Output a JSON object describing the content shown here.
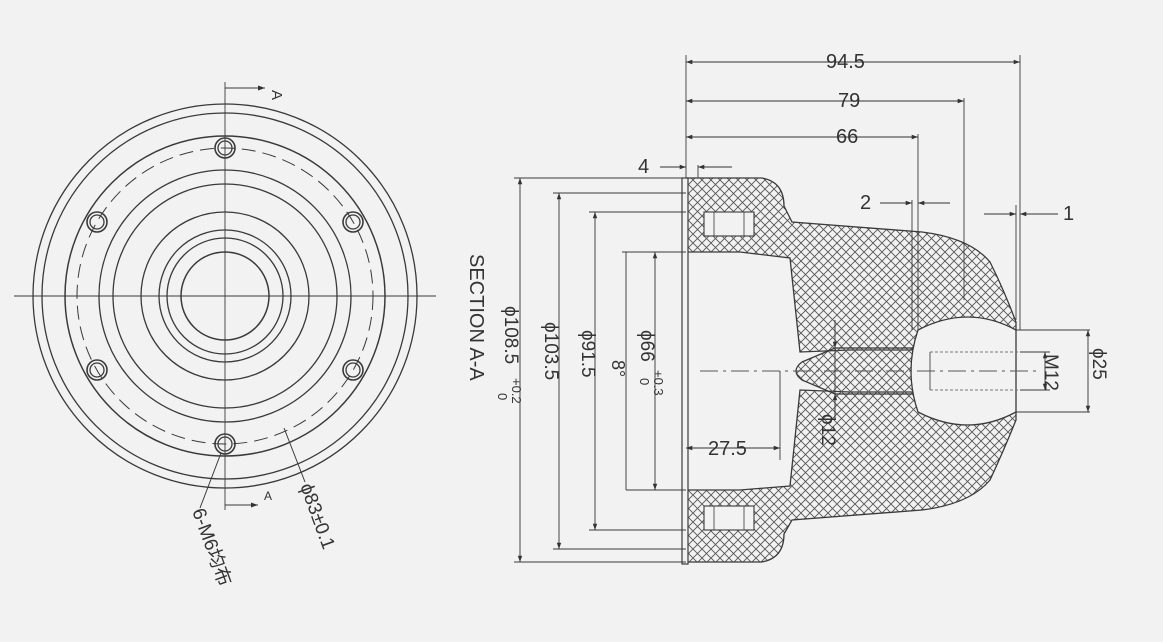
{
  "front_view": {
    "section_mark_top": "A",
    "section_mark_bottom": "A",
    "bolt_callout": "6-M6均布",
    "pcd_callout": "ϕ83±0.1"
  },
  "section_view": {
    "title": "SECTION  A-A",
    "dim_94_5": "94.5",
    "dim_79": "79",
    "dim_66": "66",
    "dim_4": "4",
    "dim_2": "2",
    "dim_1": "1",
    "dim_27_5": "27.5",
    "dim_d108": "ϕ108.5",
    "dim_d108_tol_up": "+0.2",
    "dim_d108_tol_dn": "0",
    "dim_d103": "ϕ103.5",
    "dim_d91": "ϕ91.5",
    "dim_angle": "8°",
    "dim_d66": "ϕ66",
    "dim_d66_tol_up": "+0.3",
    "dim_d66_tol_dn": "0",
    "dim_d12": "ϕ12",
    "dim_m12": "M12",
    "dim_d25": "ϕ25"
  },
  "colors": {
    "line": "#3a3a3a",
    "background": "#f2f2f2"
  }
}
